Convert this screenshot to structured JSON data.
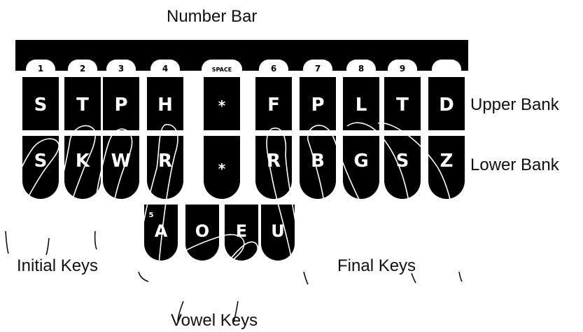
{
  "labels": {
    "number_bar": "Number Bar",
    "upper_bank": "Upper Bank",
    "lower_bank": "Lower Bank",
    "initial_keys": "Initial Keys",
    "final_keys": "Final Keys",
    "vowel_keys": "Vowel Keys"
  },
  "number_bar_keys": [
    "1",
    "2",
    "3",
    "4",
    "SPACE",
    "6",
    "7",
    "8",
    "9",
    ""
  ],
  "upper_bank_keys": [
    "S",
    "T",
    "P",
    "H",
    "*",
    "F",
    "P",
    "L",
    "T",
    "D"
  ],
  "lower_bank_keys": [
    "S",
    "K",
    "W",
    "R",
    "*",
    "R",
    "B",
    "G",
    "S",
    "Z"
  ],
  "vowel_keys": [
    "A",
    "O",
    "E",
    "U"
  ],
  "vowel_number": "5",
  "colors": {
    "keys": "#000000",
    "background": "#ffffff",
    "key_text": "#ffffff"
  }
}
